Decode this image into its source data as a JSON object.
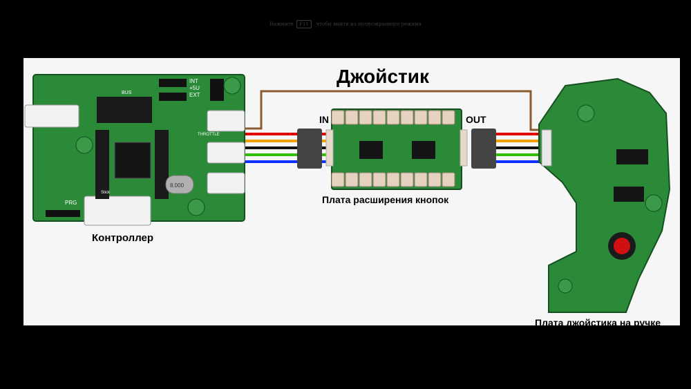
{
  "fullscreen_hint": {
    "before": "Нажмите",
    "key": "F11",
    "after": ", чтобы выйти из полноэкранного режима"
  },
  "diagram": {
    "title": "Джойстик",
    "controller_label": "Контроллер",
    "expansion_label": "Плата расширения кнопок",
    "joystick_label": "Плата джойстика на ручке",
    "in_label": "IN",
    "out_label": "OUT",
    "wire_colors": [
      "#e00000",
      "#f0a000",
      "#111111",
      "#30c000",
      "#1030ff"
    ],
    "pcb_color": "#1f7a2e",
    "silk": {
      "bus": "BUS",
      "int": "INT",
      "plus5v": "+5U",
      "ext": "EXT",
      "throttle": "THROTTLE",
      "prg": "PRG",
      "stick": "Stick",
      "crystal": "8.000"
    }
  }
}
